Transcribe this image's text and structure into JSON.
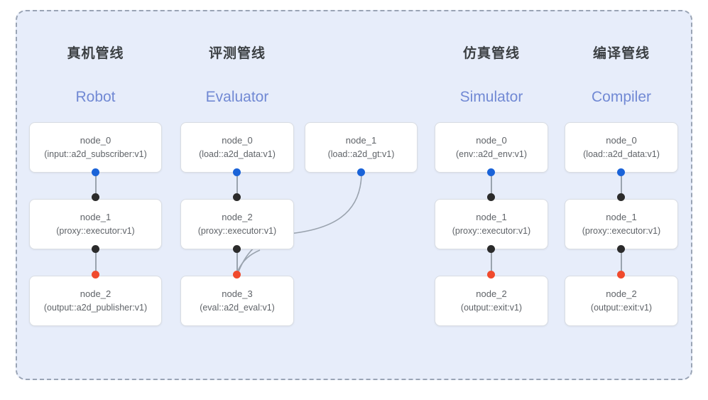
{
  "panel": {
    "border_style": "dashed",
    "border_color": "#9aa4b5",
    "background": "#e7edfa"
  },
  "colors": {
    "port_output": "#1a63d8",
    "port_input": "#2b2b2b",
    "port_terminal": "#f04a2d",
    "edge": "#9aa3ae",
    "title_cn": "#3c4043",
    "title_en": "#7189d4",
    "node_text": "#5f6368",
    "node_bg": "#ffffff",
    "node_border": "#d9dde3"
  },
  "columns": [
    {
      "id": "robot",
      "title_cn": "真机管线",
      "title_en": "Robot",
      "nodes": [
        {
          "name": "node_0",
          "spec": "(input::a2d_subscriber:v1)"
        },
        {
          "name": "node_1",
          "spec": "(proxy::executor:v1)"
        },
        {
          "name": "node_2",
          "spec": "(output::a2d_publisher:v1)"
        }
      ]
    },
    {
      "id": "evaluator",
      "title_cn": "评测管线",
      "title_en": "Evaluator",
      "nodes": [
        {
          "name": "node_0",
          "spec": "(load::a2d_data:v1)"
        },
        {
          "name": "node_2",
          "spec": "(proxy::executor:v1)"
        },
        {
          "name": "node_3",
          "spec": "(eval::a2d_eval:v1)"
        }
      ],
      "side_nodes": [
        {
          "name": "node_1",
          "spec": "(load::a2d_gt:v1)"
        }
      ]
    },
    {
      "id": "simulator",
      "title_cn": "仿真管线",
      "title_en": "Simulator",
      "nodes": [
        {
          "name": "node_0",
          "spec": "(env::a2d_env:v1)"
        },
        {
          "name": "node_1",
          "spec": "(proxy::executor:v1)"
        },
        {
          "name": "node_2",
          "spec": "(output::exit:v1)"
        }
      ]
    },
    {
      "id": "compiler",
      "title_cn": "编译管线",
      "title_en": "Compiler",
      "nodes": [
        {
          "name": "node_0",
          "spec": "(load::a2d_data:v1)"
        },
        {
          "name": "node_1",
          "spec": "(proxy::executor:v1)"
        },
        {
          "name": "node_2",
          "spec": "(output::exit:v1)"
        }
      ]
    }
  ]
}
